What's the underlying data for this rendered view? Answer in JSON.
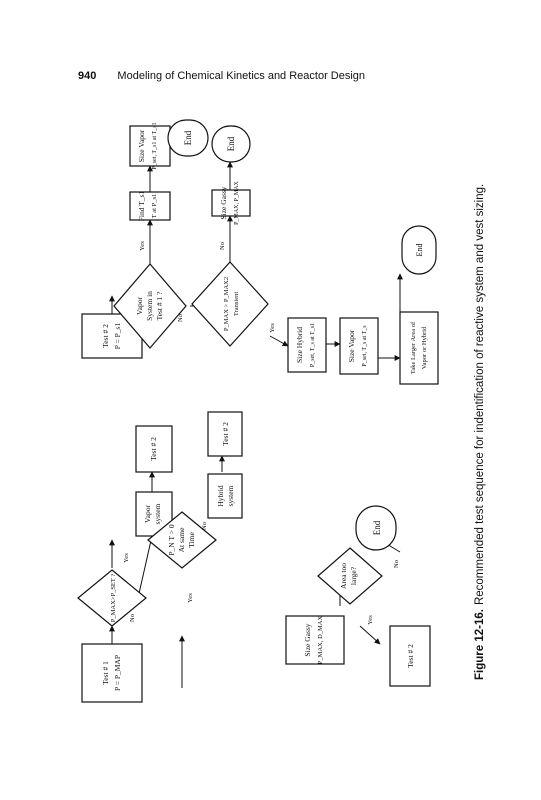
{
  "header": {
    "page_number": "940",
    "title": "Modeling of Chemical Kinetics and Reactor Design"
  },
  "caption": {
    "label": "Figure 12-16.",
    "text": "Recommended test sequence for indentification of reactive system and vest sizing."
  },
  "nodes": {
    "test1": "Test # 1",
    "test1_sub": "P = P_MAP",
    "pmax_q": "P_MAX>P_SET ?",
    "vapor_system": "Vapor",
    "vapor_system2": "system",
    "test2_top": "Test # 2",
    "test2": "Test # 2",
    "test2_sub": "P = P_s1",
    "vapor_q1": "Vapor",
    "vapor_q2": "System in",
    "vapor_q3": "Test # 1 ?",
    "find": "Find T_s1",
    "find_sub": "T at P_s1",
    "size_vapor_top": "Size Vapor",
    "size_vapor_top_sub": "P_set, T_s1 at T_s1",
    "end_top": "End",
    "dt_q1": "P_N T > 0",
    "dt_q2": "At same",
    "dt_q3": "Time",
    "hybrid": "Hybrid",
    "hybrid2": "system",
    "test2_mid": "Test # 2",
    "rate_q1": "P_MAX > P_MAX2",
    "rate_q2": "Transient",
    "size_gassy_mid": "Size Gassy",
    "size_gassy_mid_sub": "P_MAX, P_MAX",
    "end_mid": "End",
    "size_hybrid": "Size Hybrid",
    "size_hybrid_sub": "P_set, T_s at T_s1",
    "size_vapor2": "Size Vapor",
    "size_vapor2_sub": "P_set, T_s at T_s",
    "take_larger": "Take Larger Area of",
    "take_larger2": "Vapor or Hybrid",
    "end_right": "End",
    "size_gassy": "Size Gassy",
    "size_gassy_sub": "P_MAX, D_MAX",
    "area_q1": "Area too",
    "area_q2": "large?",
    "test2_bottom": "Test # 2",
    "end_bottom": "End"
  },
  "labels": {
    "no": "No",
    "yes": "Yes",
    "no_vap": "No",
    "yes_vap": "Yes",
    "no_dt": "No",
    "yes_dt": "Yes",
    "no_rate": "No",
    "yes_rate": "Yes",
    "no_area": "No",
    "yes_area": "Yes"
  }
}
